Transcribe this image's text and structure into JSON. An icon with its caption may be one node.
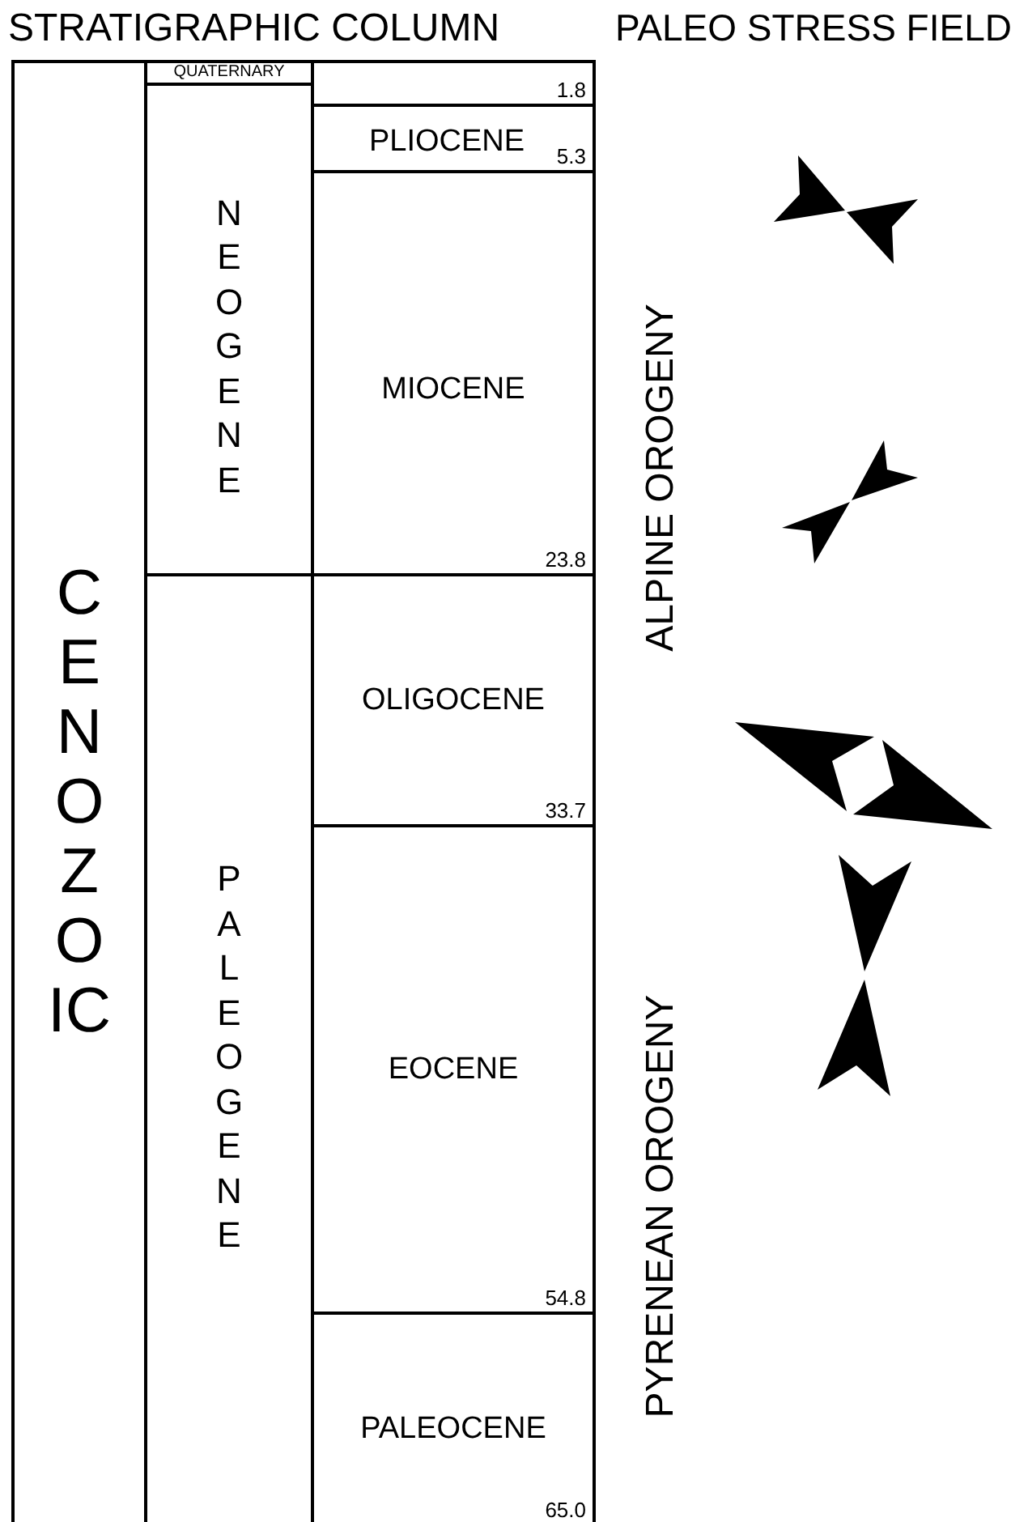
{
  "diagram": {
    "nodes": [
      {
        "text": [
          "CENOZOIC"
        ]
      },
      {
        "text": [
          "QUATERNARY"
        ]
      },
      {
        "text": [
          "NEOGENE"
        ]
      },
      {
        "text": [
          "PALEOGENE"
        ]
      },
      {
        "text": [
          "1.8"
        ]
      },
      {
        "text": [
          "PLIOCENE",
          "5.3"
        ]
      },
      {
        "text": [
          "MIOCENE",
          "23.8"
        ]
      },
      {
        "text": [
          "OLIGOCENE",
          "33.7"
        ]
      },
      {
        "text": [
          "EOCENE",
          "54.8"
        ]
      },
      {
        "text": [
          "PALEOCENE",
          "65.0"
        ]
      }
    ],
    "labels": [
      "STRATIGRAPHIC COLUMN",
      "PALEO STRESS FIELD",
      "ALPINE OROGENY",
      "PYRENEAN OROGENY"
    ]
  }
}
